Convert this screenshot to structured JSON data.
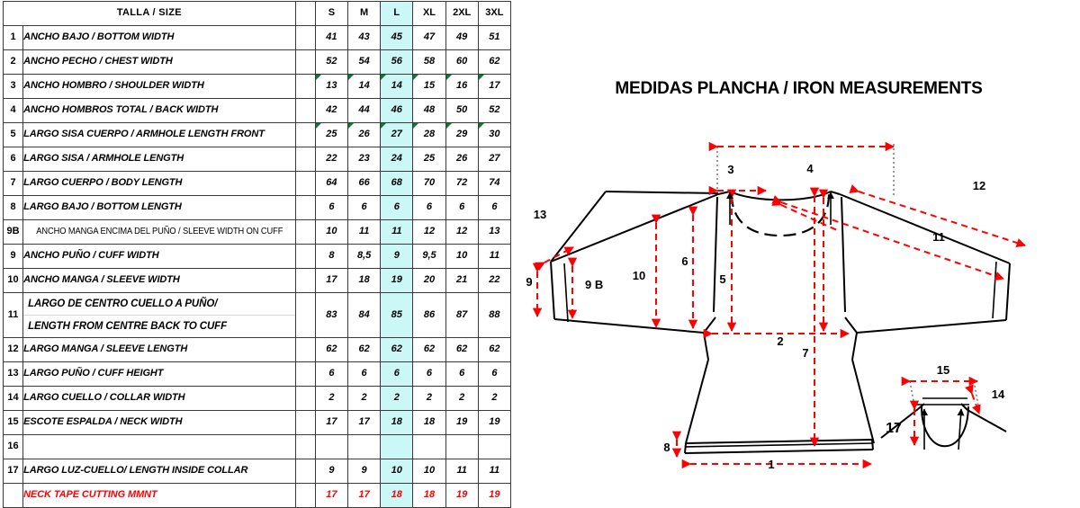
{
  "table": {
    "title_header": "TALLA / SIZE",
    "size_columns": [
      "S",
      "M",
      "L",
      "XL",
      "2XL",
      "3XL"
    ],
    "highlighted_column": "L",
    "highlight_color": "#ccf7f7",
    "gap_color": "#bfbfbf",
    "rows": [
      {
        "num": "1",
        "desc": "ANCHO BAJO / BOTTOM WIDTH",
        "values": [
          "41",
          "43",
          "45",
          "47",
          "49",
          "51"
        ],
        "mark": false,
        "style": "normal"
      },
      {
        "num": "2",
        "desc": "ANCHO PECHO / CHEST WIDTH",
        "values": [
          "52",
          "54",
          "56",
          "58",
          "60",
          "62"
        ],
        "mark": false,
        "style": "normal"
      },
      {
        "num": "3",
        "desc": "ANCHO HOMBRO / SHOULDER WIDTH",
        "values": [
          "13",
          "14",
          "14",
          "15",
          "16",
          "17"
        ],
        "mark": true,
        "style": "normal"
      },
      {
        "num": "4",
        "desc": "ANCHO HOMBROS TOTAL / BACK WIDTH",
        "values": [
          "42",
          "44",
          "46",
          "48",
          "50",
          "52"
        ],
        "mark": false,
        "style": "normal"
      },
      {
        "num": "5",
        "desc": "LARGO SISA CUERPO / ARMHOLE LENGTH FRONT",
        "values": [
          "25",
          "26",
          "27",
          "28",
          "29",
          "30"
        ],
        "mark": true,
        "style": "normal"
      },
      {
        "num": "6",
        "desc": "LARGO SISA / ARMHOLE LENGTH",
        "values": [
          "22",
          "23",
          "24",
          "25",
          "26",
          "27"
        ],
        "mark": false,
        "style": "normal"
      },
      {
        "num": "7",
        "desc": "LARGO CUERPO / BODY LENGTH",
        "values": [
          "64",
          "66",
          "68",
          "70",
          "72",
          "74"
        ],
        "mark": false,
        "style": "normal"
      },
      {
        "num": "8",
        "desc": "LARGO BAJO / BOTTOM LENGTH",
        "values": [
          "6",
          "6",
          "6",
          "6",
          "6",
          "6"
        ],
        "mark": false,
        "style": "normal"
      },
      {
        "num": "9B",
        "desc": "ANCHO MANGA ENCIMA DEL PUÑO / SLEEVE WIDTH ON CUFF",
        "values": [
          "10",
          "11",
          "11",
          "12",
          "12",
          "13"
        ],
        "mark": false,
        "style": "narrow"
      },
      {
        "num": "9",
        "desc": "ANCHO PUÑO / CUFF WIDTH",
        "values": [
          "8",
          "8,5",
          "9",
          "9,5",
          "10",
          "11"
        ],
        "mark": false,
        "style": "normal"
      },
      {
        "num": "10",
        "desc": "ANCHO  MANGA /  SLEEVE WIDTH",
        "values": [
          "17",
          "18",
          "19",
          "20",
          "21",
          "22"
        ],
        "mark": false,
        "style": "normal"
      },
      {
        "num": "11",
        "desc_line1": "LARGO DE CENTRO CUELLO A PUÑO/",
        "desc_line2": "LENGTH FROM CENTRE BACK TO CUFF",
        "values": [
          "83",
          "84",
          "85",
          "86",
          "87",
          "88"
        ],
        "mark": false,
        "style": "two-line"
      },
      {
        "num": "12",
        "desc": "LARGO MANGA / SLEEVE LENGTH",
        "values": [
          "62",
          "62",
          "62",
          "62",
          "62",
          "62"
        ],
        "mark": false,
        "style": "normal"
      },
      {
        "num": "13",
        "desc": "LARGO PUÑO / CUFF HEIGHT",
        "values": [
          "6",
          "6",
          "6",
          "6",
          "6",
          "6"
        ],
        "mark": false,
        "style": "normal"
      },
      {
        "num": "14",
        "desc": "LARGO CUELLO / COLLAR WIDTH",
        "values": [
          "2",
          "2",
          "2",
          "2",
          "2",
          "2"
        ],
        "mark": false,
        "style": "normal"
      },
      {
        "num": "15",
        "desc": " ESCOTE ESPALDA / NECK WIDTH",
        "values": [
          "17",
          "17",
          "18",
          "18",
          "19",
          "19"
        ],
        "mark": false,
        "style": "normal"
      },
      {
        "num": "16",
        "desc": "",
        "values": [
          "",
          "",
          "",
          "",
          "",
          ""
        ],
        "mark": false,
        "style": "normal"
      },
      {
        "num": "17",
        "desc": "LARGO LUZ-CUELLO/ LENGTH INSIDE COLLAR",
        "values": [
          "9",
          "9",
          "10",
          "10",
          "11",
          "11"
        ],
        "mark": false,
        "style": "normal"
      },
      {
        "num": "",
        "desc": "NECK TAPE CUTTING MMNT",
        "values": [
          "17",
          "17",
          "18",
          "18",
          "19",
          "19"
        ],
        "mark": false,
        "style": "red"
      }
    ]
  },
  "diagram": {
    "title": "MEDIDAS PLANCHA / IRON MEASUREMENTS",
    "dimension_color": "#ff0000",
    "outline_color": "#000000",
    "callouts": [
      {
        "id": "3",
        "label": "3"
      },
      {
        "id": "4",
        "label": "4"
      },
      {
        "id": "12",
        "label": "12"
      },
      {
        "id": "13",
        "label": "13"
      },
      {
        "id": "10",
        "label": "10"
      },
      {
        "id": "6",
        "label": "6"
      },
      {
        "id": "5",
        "label": "5"
      },
      {
        "id": "11",
        "label": "11"
      },
      {
        "id": "9",
        "label": "9"
      },
      {
        "id": "9B",
        "label": "9 B"
      },
      {
        "id": "2",
        "label": "2"
      },
      {
        "id": "7",
        "label": "7"
      },
      {
        "id": "8",
        "label": "8"
      },
      {
        "id": "1",
        "label": "1"
      },
      {
        "id": "15",
        "label": "15"
      },
      {
        "id": "14",
        "label": "14"
      },
      {
        "id": "17",
        "label": "17"
      }
    ]
  }
}
